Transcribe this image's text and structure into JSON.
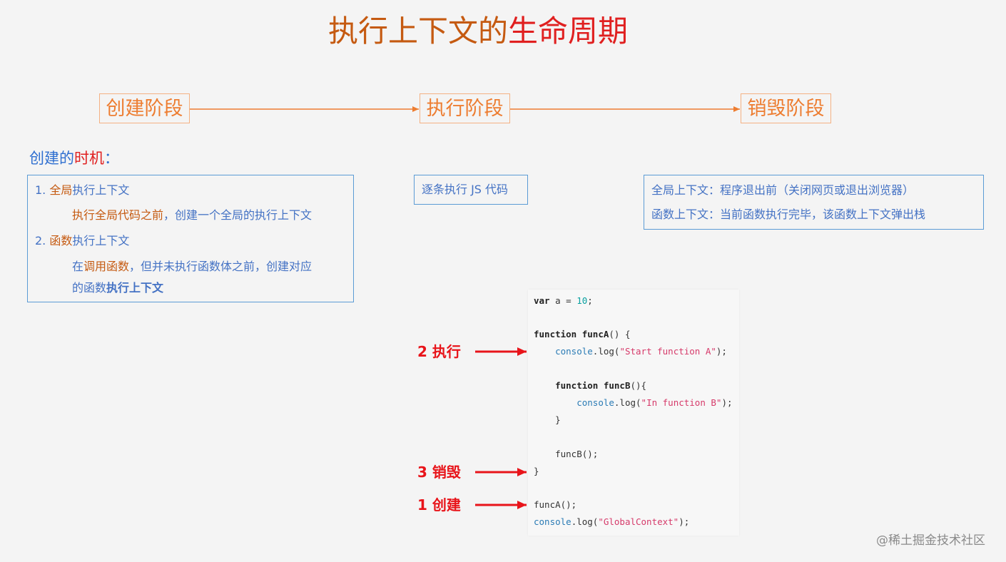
{
  "title": {
    "part1": "执行上下文的",
    "part2": "生命周期"
  },
  "stages": [
    "创建阶段",
    "执行阶段",
    "销毁阶段"
  ],
  "create_timing": {
    "heading_blue": "创建的",
    "heading_red": "时机",
    "heading_colon": "：",
    "item1_prefix": "1. ",
    "item1_orange": "全局",
    "item1_rest": "执行上下文",
    "item1_desc_orange": "执行全局代码之前",
    "item1_desc_rest": "，创建一个全局的执行上下文",
    "item2_prefix": "2. ",
    "item2_orange": "函数",
    "item2_rest": "执行上下文",
    "item2_desc_a": "在",
    "item2_desc_orange": "调用函数",
    "item2_desc_b": "，但并未执行函数体之前，创建对应",
    "item2_desc_c": "的函数",
    "item2_desc_bold": "执行上下文"
  },
  "exec_box": {
    "text": "逐条执行 JS 代码"
  },
  "destroy_box": {
    "line1": "全局上下文：程序退出前（关闭网页或退出浏览器）",
    "line2": "函数上下文：当前函数执行完毕，该函数上下文弹出栈"
  },
  "code": {
    "l1_kw": "var",
    "l1_rest": " a = ",
    "l1_num": "10",
    "l1_end": ";",
    "l3_kw": "function",
    "l3_sp": " ",
    "l3_fn": "funcA",
    "l3_end": "() {",
    "l4_ind": "    ",
    "l4_obj": "console",
    "l4_mid": ".log(",
    "l4_str": "\"Start function A\"",
    "l4_end": ");",
    "l6_ind": "    ",
    "l6_kw": "function",
    "l6_sp": " ",
    "l6_fn": "funcB",
    "l6_end": "(){",
    "l7_ind": "        ",
    "l7_obj": "console",
    "l7_mid": ".log(",
    "l7_str": "\"In function B\"",
    "l7_end": ");",
    "l8": "    }",
    "l10": "    funcB();",
    "l11": "}",
    "l13": "funcA();",
    "l14_obj": "console",
    "l14_mid": ".log(",
    "l14_str": "\"GlobalContext\"",
    "l14_end": ");"
  },
  "markers": {
    "exec": "2 执行",
    "destroy": "3 销毁",
    "create": "1 创建"
  },
  "watermark": "@稀土掘金技术社区",
  "colors": {
    "orange": "#ed7d31",
    "dark_orange": "#c55a11",
    "red": "#e02020",
    "blue": "#4472c4",
    "box_border": "#5b9bd5",
    "marker_red": "#e8141a"
  }
}
